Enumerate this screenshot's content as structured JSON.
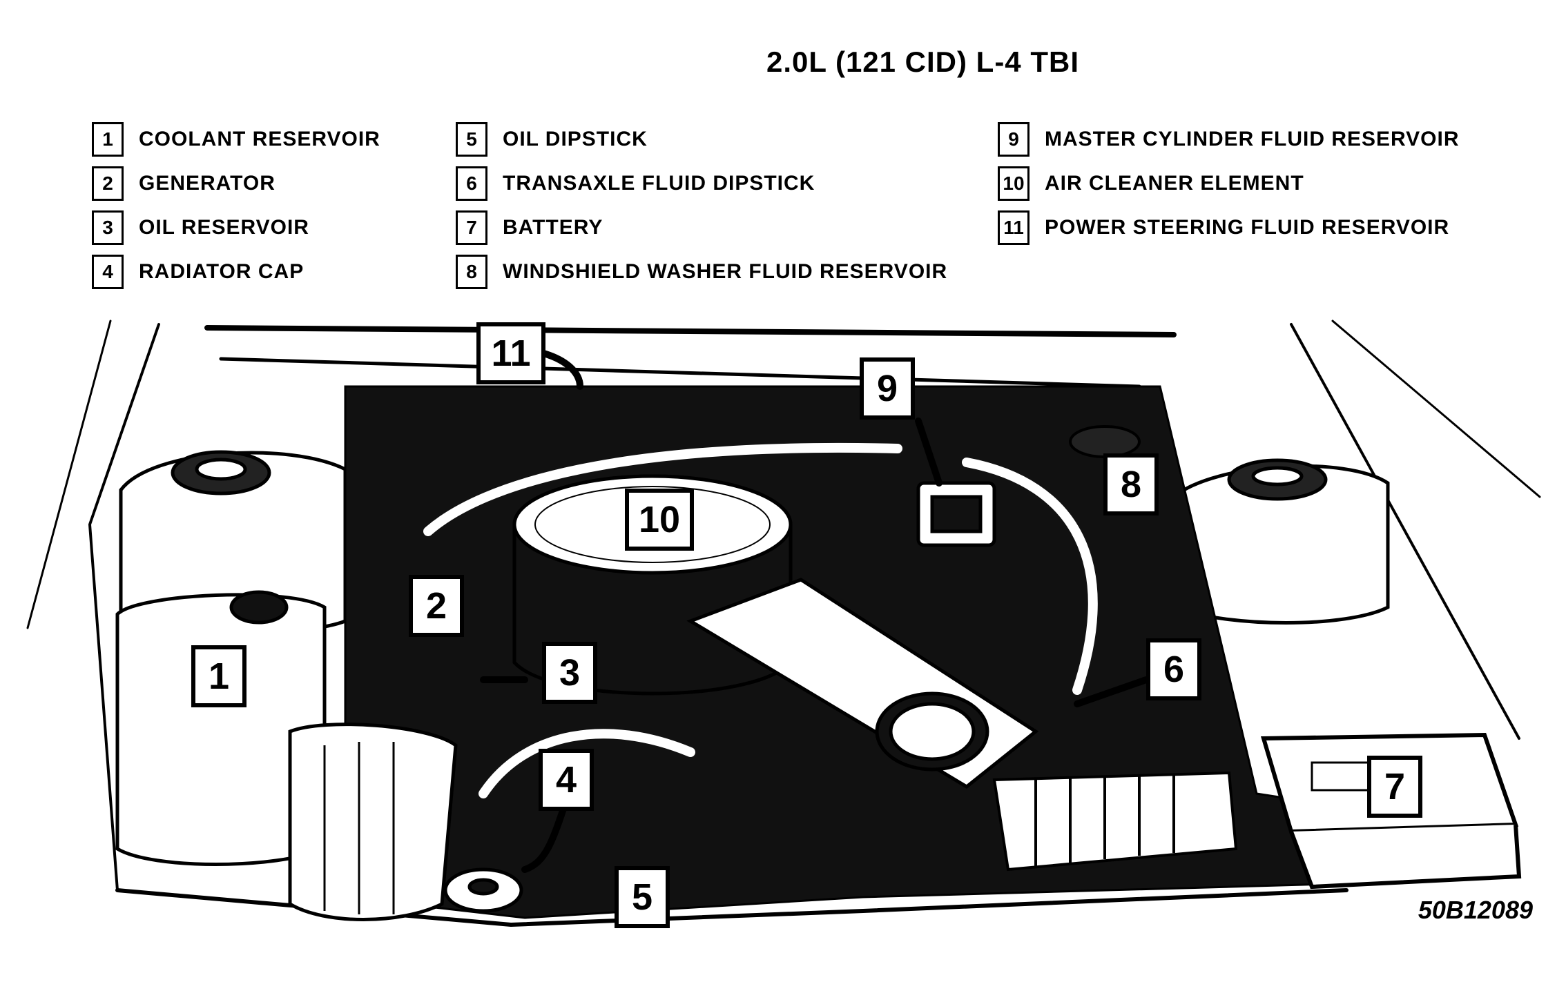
{
  "title": "2.0L (121 CID) L-4 TBI",
  "legend": [
    {
      "num": "1",
      "label": "COOLANT RESERVOIR"
    },
    {
      "num": "2",
      "label": "GENERATOR"
    },
    {
      "num": "3",
      "label": "OIL RESERVOIR"
    },
    {
      "num": "4",
      "label": "RADIATOR CAP"
    },
    {
      "num": "5",
      "label": "OIL DIPSTICK"
    },
    {
      "num": "6",
      "label": "TRANSAXLE FLUID DIPSTICK"
    },
    {
      "num": "7",
      "label": "BATTERY"
    },
    {
      "num": "8",
      "label": "WINDSHIELD WASHER FLUID RESERVOIR"
    },
    {
      "num": "9",
      "label": "MASTER CYLINDER FLUID RESERVOIR"
    },
    {
      "num": "10",
      "label": "AIR CLEANER ELEMENT"
    },
    {
      "num": "11",
      "label": "POWER STEERING FLUID RESERVOIR"
    }
  ],
  "callouts": {
    "c1": "1",
    "c2": "2",
    "c3": "3",
    "c4": "4",
    "c5": "5",
    "c6": "6",
    "c7": "7",
    "c8": "8",
    "c9": "9",
    "c10": "10",
    "c11": "11"
  },
  "figure_code": "50B12089"
}
